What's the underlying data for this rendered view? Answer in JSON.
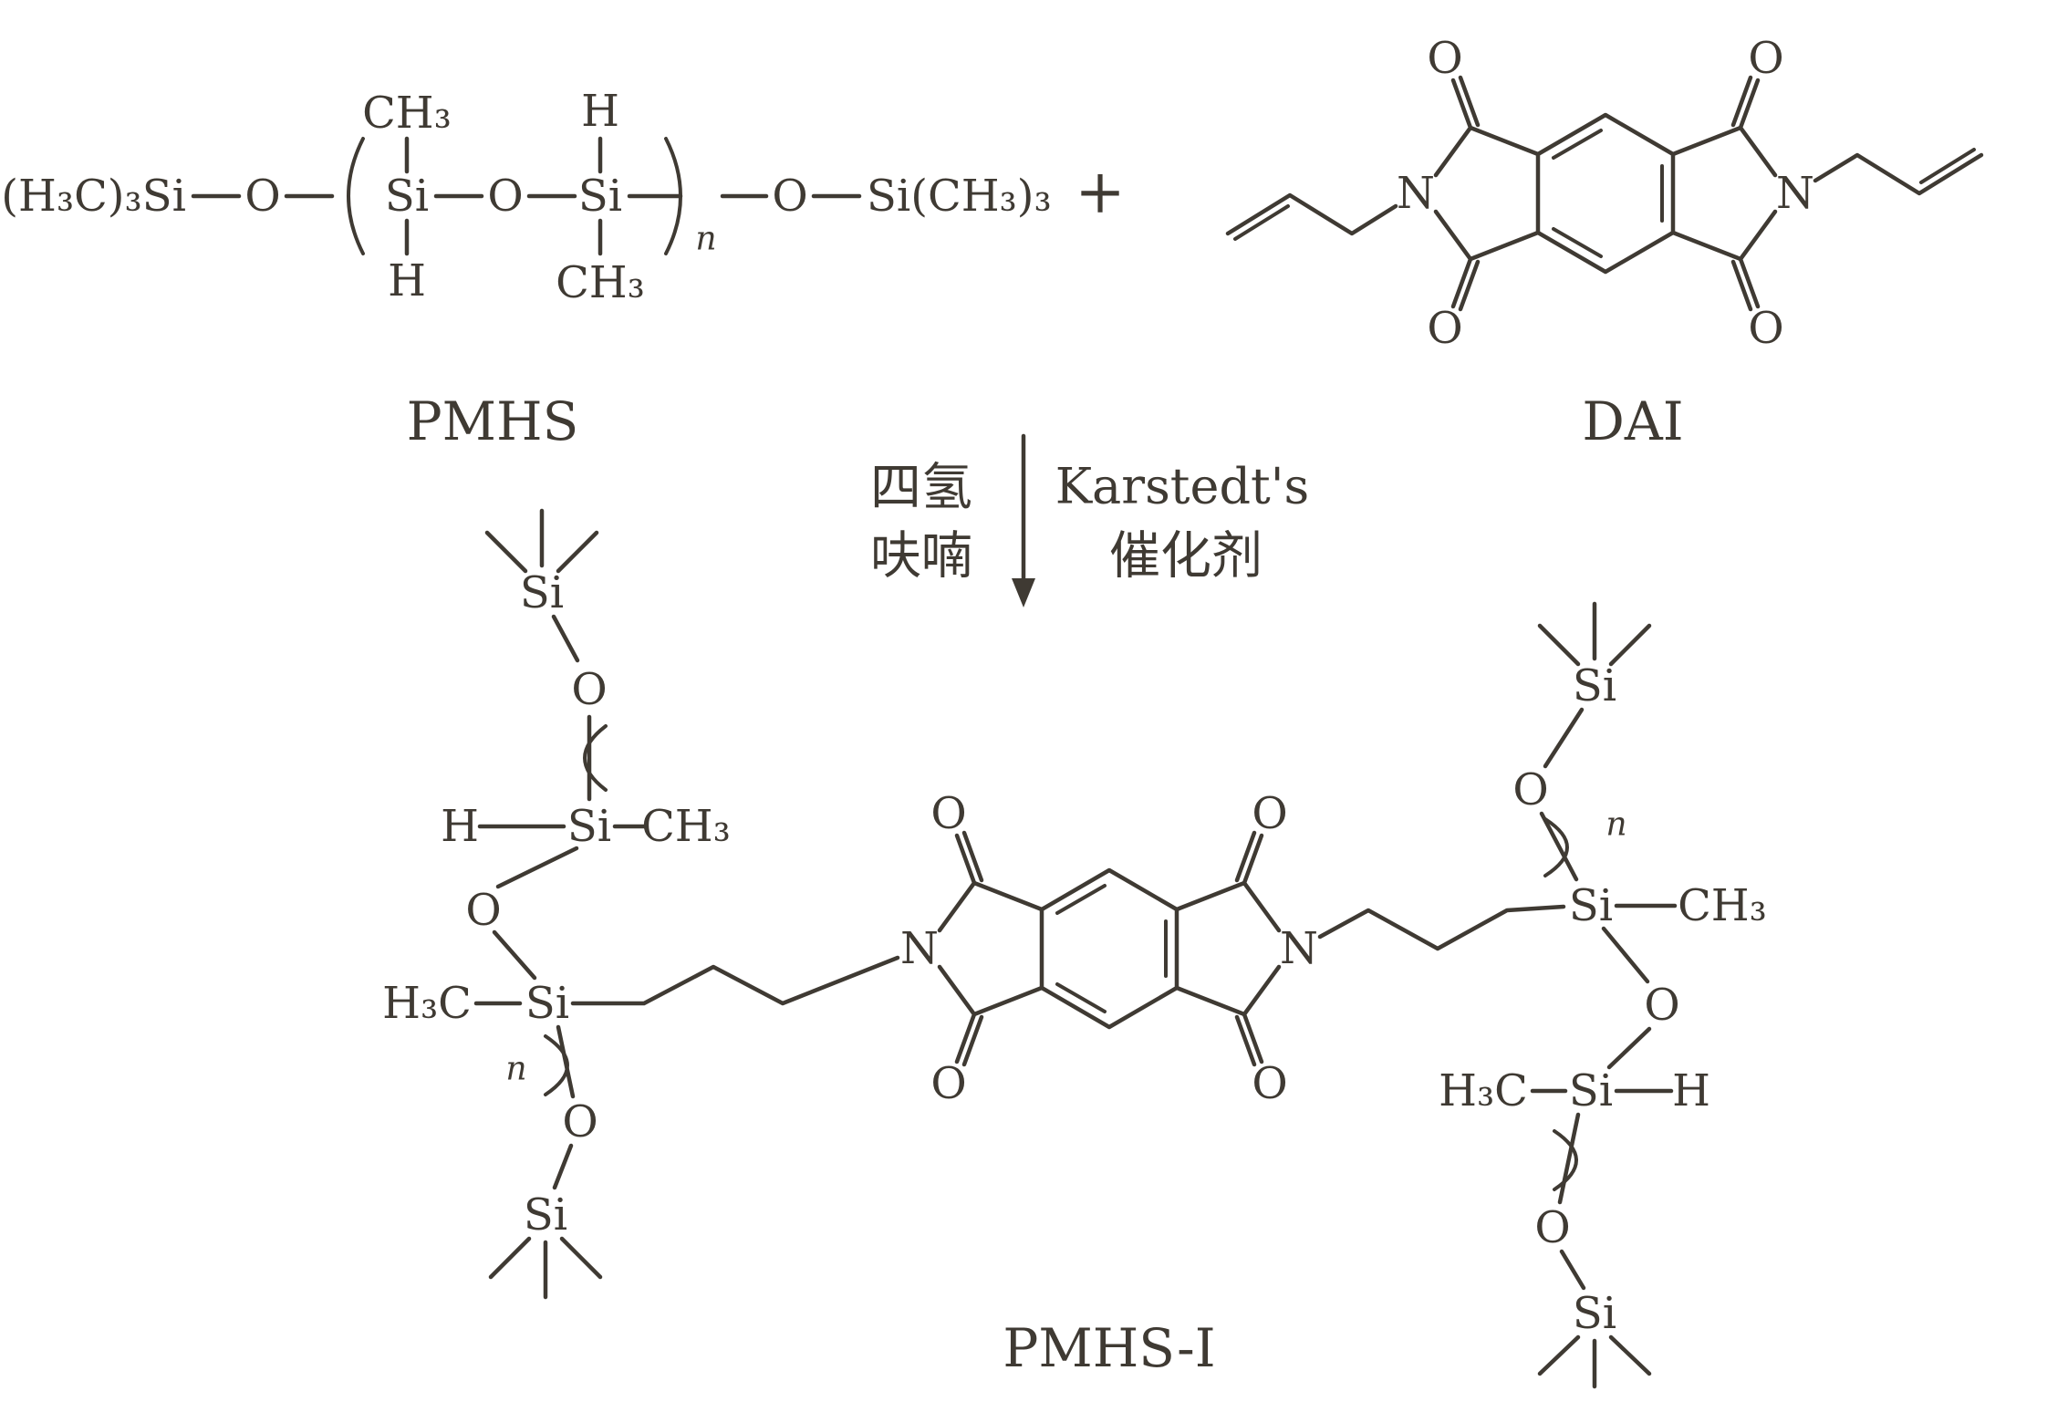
{
  "figure": {
    "type": "chemical-reaction-scheme",
    "description": "Hydrosilylation reaction of PMHS with DAI giving PMHS-I"
  },
  "atoms": {
    "si": "Si",
    "o": "O",
    "h": "H",
    "n": "N",
    "ch3": "CH₃",
    "h3c": "H₃C",
    "trimethylsilyl_left": "(H₃C)₃Si",
    "trimethylsilyl_right": "Si(CH₃)₃",
    "repeat_n": "n"
  },
  "operators": {
    "plus": "+"
  },
  "names": {
    "reactant_polymer": "PMHS",
    "reactant_diimide": "DAI",
    "product": "PMHS-I"
  },
  "conditions": {
    "solvent_line1": "四氢",
    "solvent_line2": "呋喃",
    "catalyst_line1": "Karstedt's",
    "catalyst_line2": "催化剂"
  },
  "colors": {
    "ink": "#3f3a33",
    "background": "#ffffff"
  }
}
